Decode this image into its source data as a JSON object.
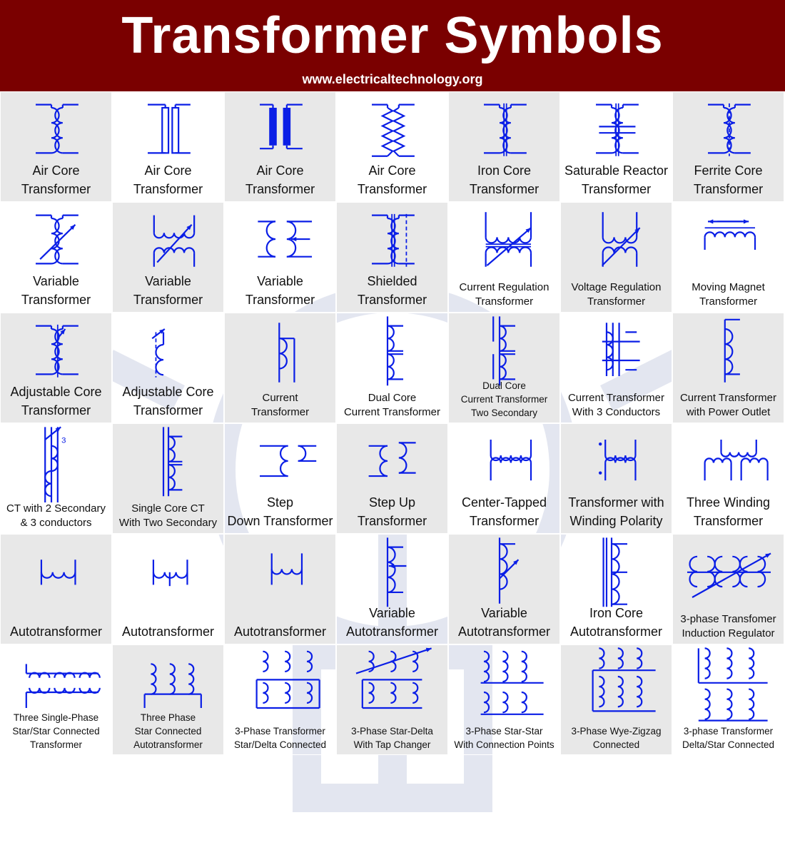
{
  "header": {
    "title": "Transformer Symbols",
    "site": "www.electricaltechnology.org"
  },
  "cells": [
    {
      "sym": "aircore",
      "l1": "Air Core",
      "l2": "Transformer",
      "size": "normal"
    },
    {
      "sym": "aircore_rect",
      "l1": "Air Core",
      "l2": "Transformer",
      "size": "normal"
    },
    {
      "sym": "aircore_solid",
      "l1": "Air Core",
      "l2": "Transformer",
      "size": "normal"
    },
    {
      "sym": "aircore_zig",
      "l1": "Air Core",
      "l2": "Transformer",
      "size": "normal"
    },
    {
      "sym": "ironcore",
      "l1": "Iron Core",
      "l2": "Transformer",
      "size": "normal"
    },
    {
      "sym": "saturable",
      "l1": "Saturable Reactor",
      "l2": "Transformer",
      "size": "normal"
    },
    {
      "sym": "ferrite",
      "l1": "Ferrite Core",
      "l2": "Transformer",
      "size": "normal"
    },
    {
      "sym": "variable1",
      "l1": "Variable",
      "l2": "Transformer",
      "size": "normal"
    },
    {
      "sym": "variable2",
      "l1": "Variable",
      "l2": "Transformer",
      "size": "normal"
    },
    {
      "sym": "variable3",
      "l1": "Variable",
      "l2": "Transformer",
      "size": "normal"
    },
    {
      "sym": "shielded",
      "l1": "Shielded",
      "l2": "Transformer",
      "size": "normal"
    },
    {
      "sym": "currentreg",
      "l1": "Current Regulation",
      "l2": "Transformer",
      "size": "small"
    },
    {
      "sym": "voltagereg",
      "l1": "Voltage Regulation",
      "l2": "Transformer",
      "size": "small"
    },
    {
      "sym": "movingmagnet",
      "l1": "Moving Magnet",
      "l2": "Transformer",
      "size": "small"
    },
    {
      "sym": "adjcore1",
      "l1": "Adjustable Core",
      "l2": "Transformer",
      "size": "normal"
    },
    {
      "sym": "adjcore2",
      "l1": "Adjustable Core",
      "l2": "Transformer",
      "size": "normal"
    },
    {
      "sym": "ct",
      "l1": "Current",
      "l2": "Transformer",
      "size": "small"
    },
    {
      "sym": "dualct",
      "l1": "Dual Core",
      "l2": "Current Transformer",
      "size": "small"
    },
    {
      "sym": "dualct2",
      "l1": "Dual        Core",
      "l2": "Current Transformer",
      "l3": "Two Secondary",
      "size": "tiny"
    },
    {
      "sym": "ct3cond",
      "l1": "Current Transformer",
      "l2": "With 3 Conductors",
      "size": "small"
    },
    {
      "sym": "ctoutlet",
      "l1": "Current Transformer",
      "l2": "with Power Outlet",
      "size": "small"
    },
    {
      "sym": "ct2sec",
      "l1": "CT with 2 Secondary",
      "l2": "& 3 conductors",
      "size": "small"
    },
    {
      "sym": "singlect",
      "l1": "Single Core CT",
      "l2": "With Two Secondary",
      "size": "small"
    },
    {
      "sym": "stepdown",
      "l1": "Step",
      "l2": "Down Transformer",
      "size": "normal"
    },
    {
      "sym": "stepup",
      "l1": "Step Up",
      "l2": "Transformer",
      "size": "normal"
    },
    {
      "sym": "centertap",
      "l1": "Center-Tapped",
      "l2": "Transformer",
      "size": "normal"
    },
    {
      "sym": "polarity",
      "l1": "Transformer with",
      "l2": "Winding Polarity",
      "size": "normal"
    },
    {
      "sym": "threewinding",
      "l1": "Three Winding",
      "l2": "Transformer",
      "size": "normal"
    },
    {
      "sym": "auto1",
      "l1": "",
      "l2": "Autotransformer",
      "size": "normal"
    },
    {
      "sym": "auto2",
      "l1": "",
      "l2": "Autotransformer",
      "size": "normal"
    },
    {
      "sym": "auto3",
      "l1": "",
      "l2": "Autotransformer",
      "size": "normal"
    },
    {
      "sym": "varauto1",
      "l1": "Variable",
      "l2": "Autotransformer",
      "size": "normal"
    },
    {
      "sym": "varauto2",
      "l1": "Variable",
      "l2": "Autotransformer",
      "size": "normal"
    },
    {
      "sym": "ironauto",
      "l1": "Iron Core",
      "l2": "Autotransformer",
      "size": "normal"
    },
    {
      "sym": "induction",
      "l1": "3-phase Transfomer",
      "l2": "Induction Regulator",
      "size": "small"
    },
    {
      "sym": "starstar",
      "l1": "Three Single-Phase",
      "l2": "Star/Star Connected",
      "l3": "Transformer",
      "size": "tiny"
    },
    {
      "sym": "starauto",
      "l1": "Three Phase",
      "l2": "Star Connected",
      "l3": "Autotransformer",
      "size": "tiny"
    },
    {
      "sym": "stardelta",
      "l1": "3-Phase Transformer",
      "l2": "Star/Delta Connected",
      "size": "tiny"
    },
    {
      "sym": "stardeltatap",
      "l1": "3-Phase Star-Delta",
      "l2": "With Tap Changer",
      "size": "tiny"
    },
    {
      "sym": "starstarpts",
      "l1": "3-Phase Star-Star",
      "l2": "With Connection Points",
      "size": "tiny"
    },
    {
      "sym": "wyezigzag",
      "l1": "3-Phase Wye-Zigzag",
      "l2": "Connected",
      "size": "tiny"
    },
    {
      "sym": "deltastar",
      "l1": "3-phase Transformer",
      "l2": "Delta/Star Connected",
      "size": "tiny"
    }
  ],
  "colors": {
    "header": "#7a0000",
    "symbol": "#0a1ee6",
    "shade": "#e8e8e8"
  }
}
